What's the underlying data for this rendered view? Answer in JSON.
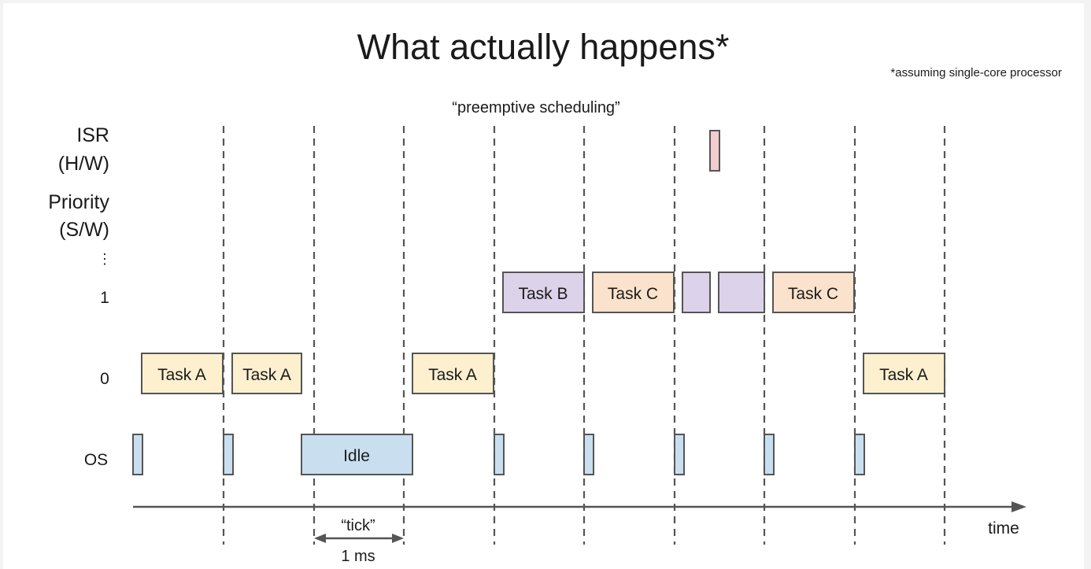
{
  "title": "What actually happens*",
  "footnote": "*assuming single-core processor",
  "subtitle": "“preemptive scheduling”",
  "rows": {
    "isr": [
      "ISR",
      "(H/W)"
    ],
    "priority": [
      "Priority",
      "(S/W)"
    ],
    "ellipsis": "⋮",
    "p1": "1",
    "p0": "0",
    "os": "OS"
  },
  "tick_label": "“tick”",
  "tick_duration": "1 ms",
  "axis_label": "time",
  "blocks": {
    "task_a": "Task A",
    "task_b": "Task B",
    "task_c": "Task C",
    "idle": "Idle"
  },
  "colors": {
    "task_a": "#fdf0cf",
    "task_b": "#dcd3ea",
    "task_c": "#fbe2cc",
    "os": "#c9dff0",
    "isr": "#f3cccf",
    "outline": "#555555",
    "dash": "#555555",
    "text": "#1a1a1a"
  }
}
